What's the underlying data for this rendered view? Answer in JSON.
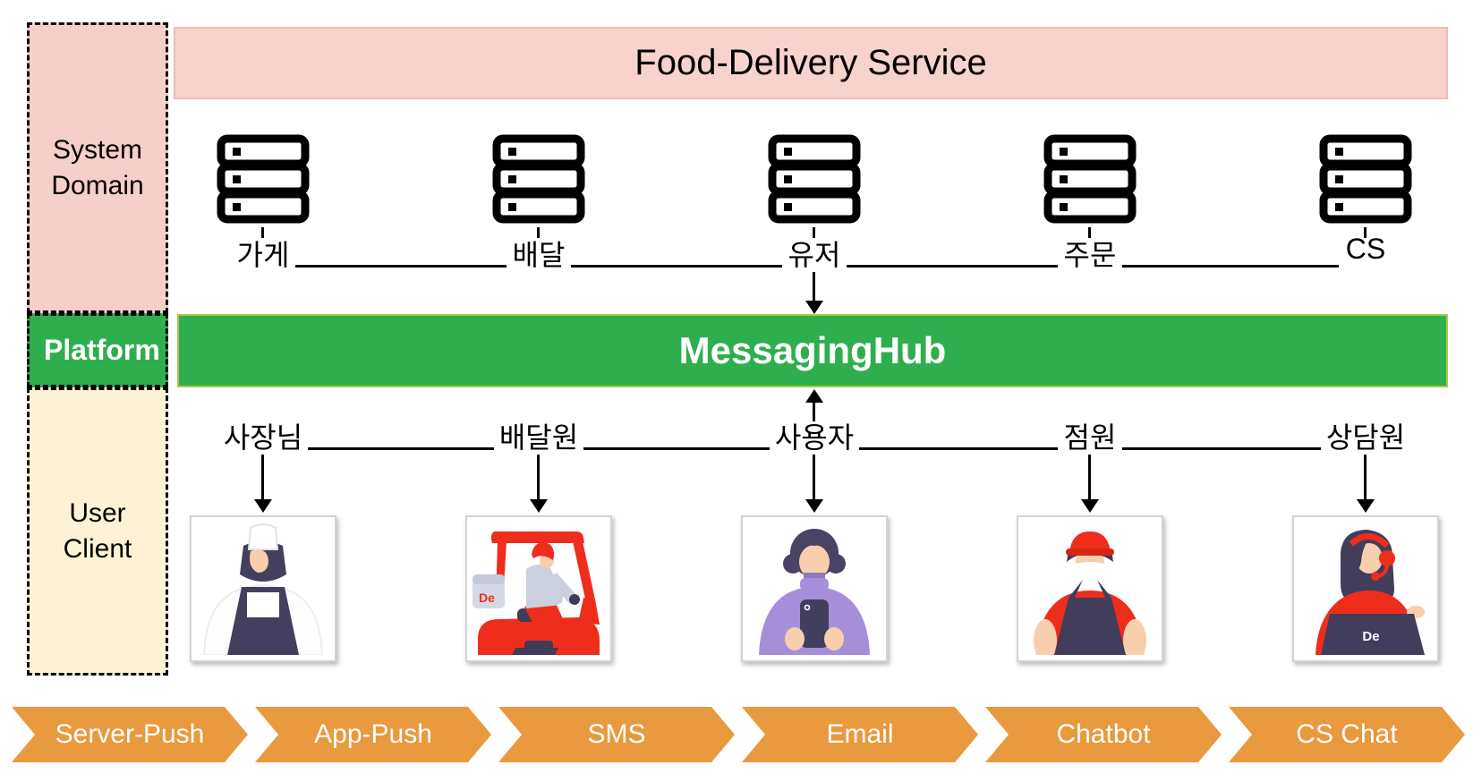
{
  "sidebar": {
    "system_domain_label": "System Domain",
    "platform_label": "Platform",
    "user_client_label": "User Client"
  },
  "banner": {
    "title": "Food-Delivery Service"
  },
  "platform_bar": {
    "label": "MessagingHub"
  },
  "columns": [
    {
      "server_label": "가게",
      "user_label": "사장님",
      "avatar": "shop-owner-chef"
    },
    {
      "server_label": "배달",
      "user_label": "배달원",
      "avatar": "delivery-rider-scooter"
    },
    {
      "server_label": "유저",
      "user_label": "사용자",
      "avatar": "app-user-phone"
    },
    {
      "server_label": "주문",
      "user_label": "점원",
      "avatar": "store-clerk"
    },
    {
      "server_label": "CS",
      "user_label": "상담원",
      "avatar": "cs-agent-headset"
    }
  ],
  "avatar_texts": {
    "delivery_box": "De",
    "laptop_logo": "De"
  },
  "channels": {
    "items": [
      "Server-Push",
      "App-Push",
      "SMS",
      "Email",
      "Chatbot",
      "CS Chat"
    ]
  },
  "colors": {
    "banner_pink": "#f8d2cd",
    "sidebar_pink": "#f6cfcb",
    "platform_green": "#2fae4e",
    "user_client_yellow": "#fdf3d4",
    "channel_orange": "#e9993e",
    "illustration_red": "#ee2d1d",
    "illustration_navy": "#413d5b",
    "illustration_lavender": "#a68fd8"
  }
}
